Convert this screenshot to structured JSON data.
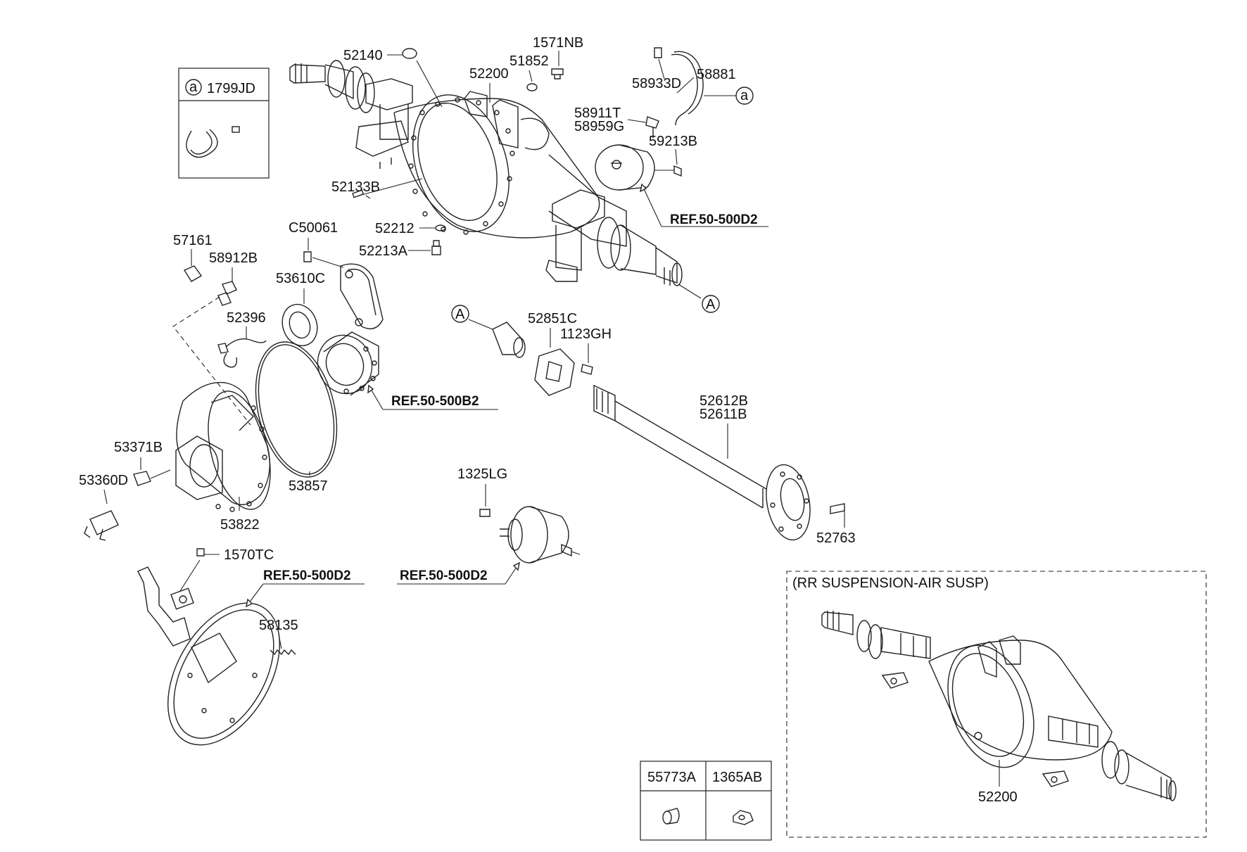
{
  "labels": {
    "p52140": "52140",
    "p1571NB": "1571NB",
    "p51852": "51852",
    "p52200_top": "52200",
    "p58933D": "58933D",
    "p58881": "58881",
    "p58911T": "58911T",
    "p58959G": "58959G",
    "p59213B": "59213B",
    "p52133B": "52133B",
    "p52212": "52212",
    "pC50061": "C50061",
    "p52213A": "52213A",
    "p57161": "57161",
    "p58912B": "58912B",
    "p53610C": "53610C",
    "p52396": "52396",
    "p52851C": "52851C",
    "p1123GH": "1123GH",
    "p52612B": "52612B",
    "p52611B": "52611B",
    "p53371B": "53371B",
    "p53360D": "53360D",
    "p53857": "53857",
    "p53822": "53822",
    "p1325LG": "1325LG",
    "p52763": "52763",
    "p1570TC": "1570TC",
    "p58135": "58135",
    "p52200_bottom": "52200"
  },
  "refs": {
    "ref_top": "REF.50-500D2",
    "ref_mid": "REF.50-500B2",
    "ref_bottom_mid": "REF.50-500D2",
    "ref_bottom_left": "REF.50-500D2"
  },
  "callouts": {
    "a": "a",
    "A": "A"
  },
  "legend_box": {
    "marker": "a",
    "part": "1799JD"
  },
  "table": {
    "col1": "55773A",
    "col2": "1365AB"
  },
  "inset": {
    "title": "(RR SUSPENSION-AIR SUSP)"
  }
}
